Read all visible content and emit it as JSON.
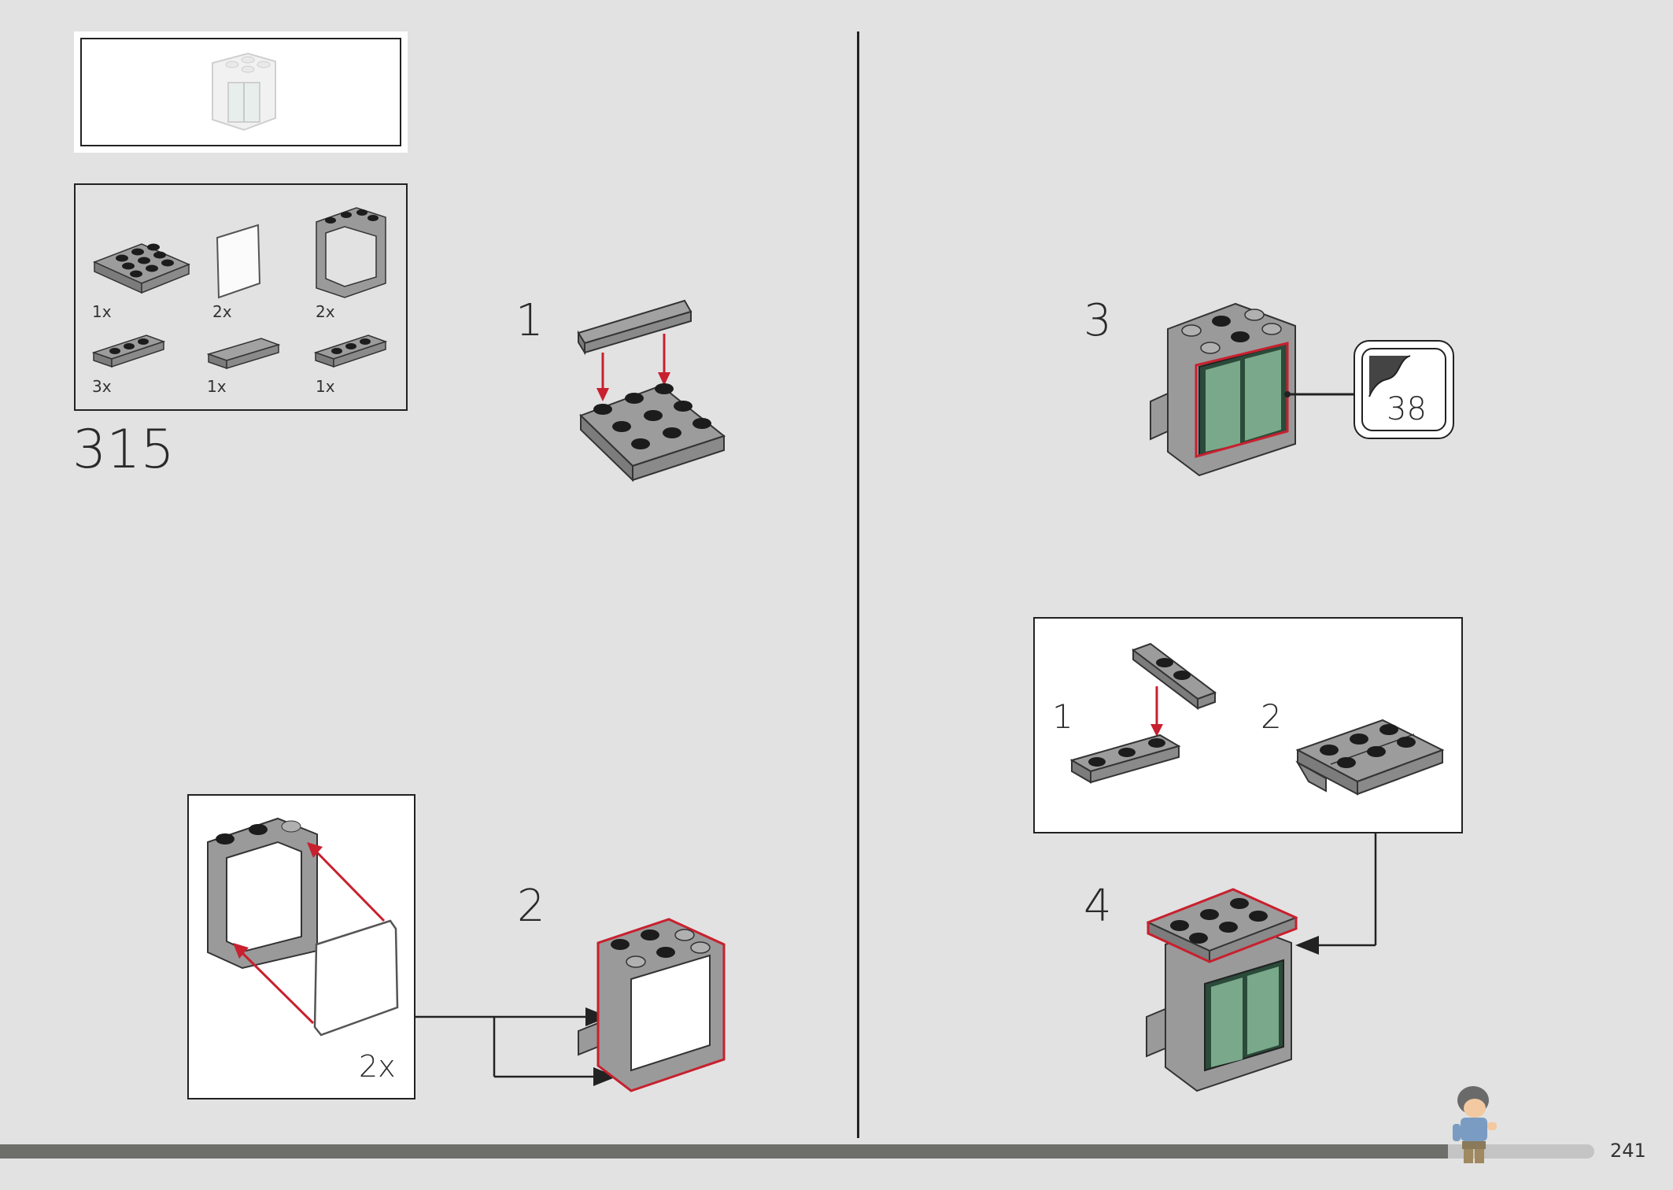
{
  "page": {
    "number": "241",
    "main_step": "315"
  },
  "parts_list": [
    {
      "qty": "1x",
      "part": "plate-3x3"
    },
    {
      "qty": "2x",
      "part": "window-glass"
    },
    {
      "qty": "2x",
      "part": "window-frame"
    },
    {
      "qty": "3x",
      "part": "plate-1x3"
    },
    {
      "qty": "1x",
      "part": "tile-1x3"
    },
    {
      "qty": "1x",
      "part": "plate-1x3"
    }
  ],
  "steps": [
    {
      "number": "1"
    },
    {
      "number": "2",
      "callout_qty": "2x"
    },
    {
      "number": "3",
      "sticker_number": "38"
    },
    {
      "number": "4",
      "sub_steps": [
        "1",
        "2"
      ]
    }
  ],
  "colors": {
    "background": "#e2e2e2",
    "arrow_red": "#c8202e",
    "brick_grey": "#9a9a9a",
    "stud_black": "#1c1c1c",
    "progress_bar": "#6e6e6b"
  }
}
